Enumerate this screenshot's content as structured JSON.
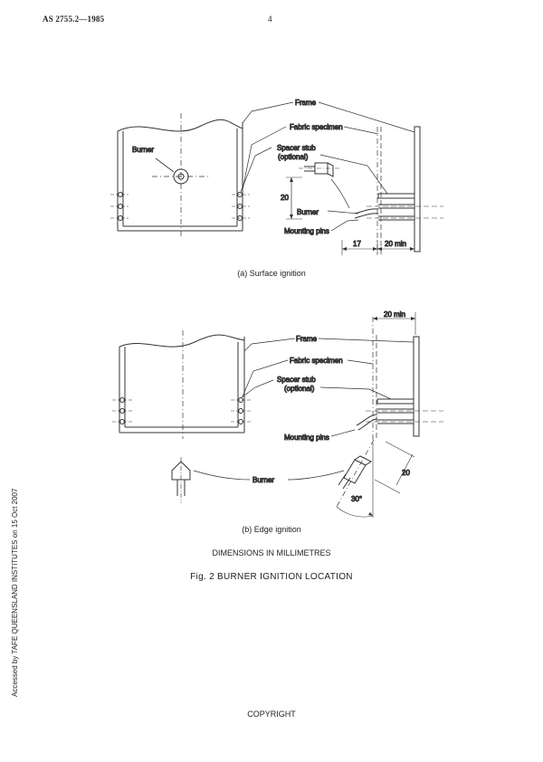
{
  "header": {
    "standard": "AS 2755.2—1985",
    "page_number": "4"
  },
  "side_note": "Accessed by TAFE QUEENSLAND INSTITUTES on 15 Oct 2007",
  "diagram_a": {
    "frame": "Frame",
    "fabric_specimen": "Fabric specimen",
    "burner": "Burner",
    "spacer_stub": "Spacer stub",
    "optional": "(optional)",
    "burner_side": "Burner",
    "mounting_pins": "Mounting pins",
    "dim_20": "20",
    "dim_17": "17",
    "dim_20min": "20 min",
    "caption": "(a)  Surface ignition"
  },
  "diagram_b": {
    "dim_20min": "20 min",
    "frame": "Frame",
    "fabric_specimen": "Fabric specimen",
    "spacer_stub": "Spacer stub",
    "optional": "(optional)",
    "mounting_pins": "Mounting pins",
    "burner": "Burner",
    "dim_20": "20",
    "angle_30": "30°",
    "caption": "(b)  Edge ignition"
  },
  "dimensions_note": "DIMENSIONS IN MILLIMETRES",
  "figure_title": "Fig.  2  BURNER IGNITION LOCATION",
  "footer": "COPYRIGHT"
}
